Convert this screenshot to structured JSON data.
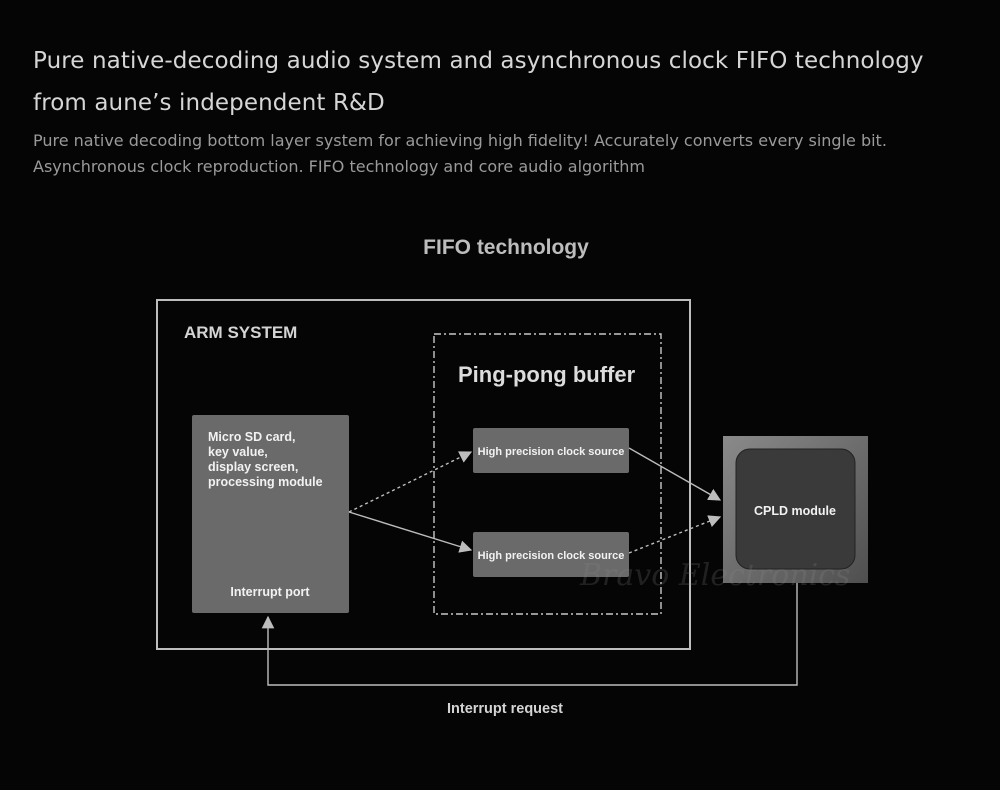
{
  "headline": "Pure native-decoding audio system and asynchronous clock FIFO technology from aune’s independent R&D",
  "subtext": "Pure native decoding bottom layer system for achieving high fidelity! Accurately converts every single bit. Asynchronous clock reproduction. FIFO technology and core audio algorithm",
  "diagram": {
    "title": "FIFO technology",
    "arm_system_label": "ARM SYSTEM",
    "ping_pong_label": "Ping-pong buffer",
    "source_block": {
      "lines": [
        "Micro SD card,",
        "key value,",
        "display screen,",
        "processing module"
      ],
      "port_label": "Interrupt port"
    },
    "clock_source_top": "High precision clock source",
    "clock_source_bottom": "High precision clock source",
    "cpld_label": "CPLD module",
    "interrupt_request": "Interrupt request"
  },
  "watermark": "Bravo Electronics",
  "colors": {
    "background": "#050505",
    "box_fill": "#6a6a6a",
    "line": "#bdbdbd",
    "text": "#cfcfcf"
  }
}
